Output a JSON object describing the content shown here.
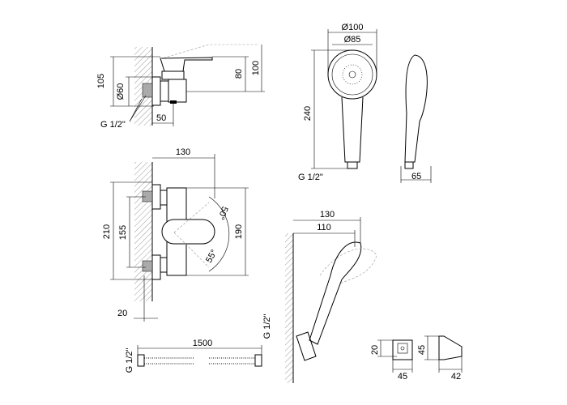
{
  "side_view_top": {
    "d105": "105",
    "d60": "Ø60",
    "thread": "G 1/2\"",
    "d50": "50",
    "d80": "80",
    "d100": "100"
  },
  "hand_shower": {
    "d100": "Ø100",
    "d85": "Ø85",
    "d240": "240",
    "thread": "G 1/2\"",
    "d65": "65"
  },
  "front_view": {
    "d130": "130",
    "d210": "210",
    "d155": "155",
    "d190": "190",
    "a50": "50°",
    "a55": "55°",
    "d20": "20"
  },
  "holder_view": {
    "d130": "130",
    "d110": "110",
    "thread": "G 1/2\""
  },
  "hose": {
    "thread": "G 1/2\"",
    "length": "1500"
  },
  "wall_bracket": {
    "d20": "20",
    "d45w": "45",
    "d45h": "45",
    "d42": "42"
  }
}
